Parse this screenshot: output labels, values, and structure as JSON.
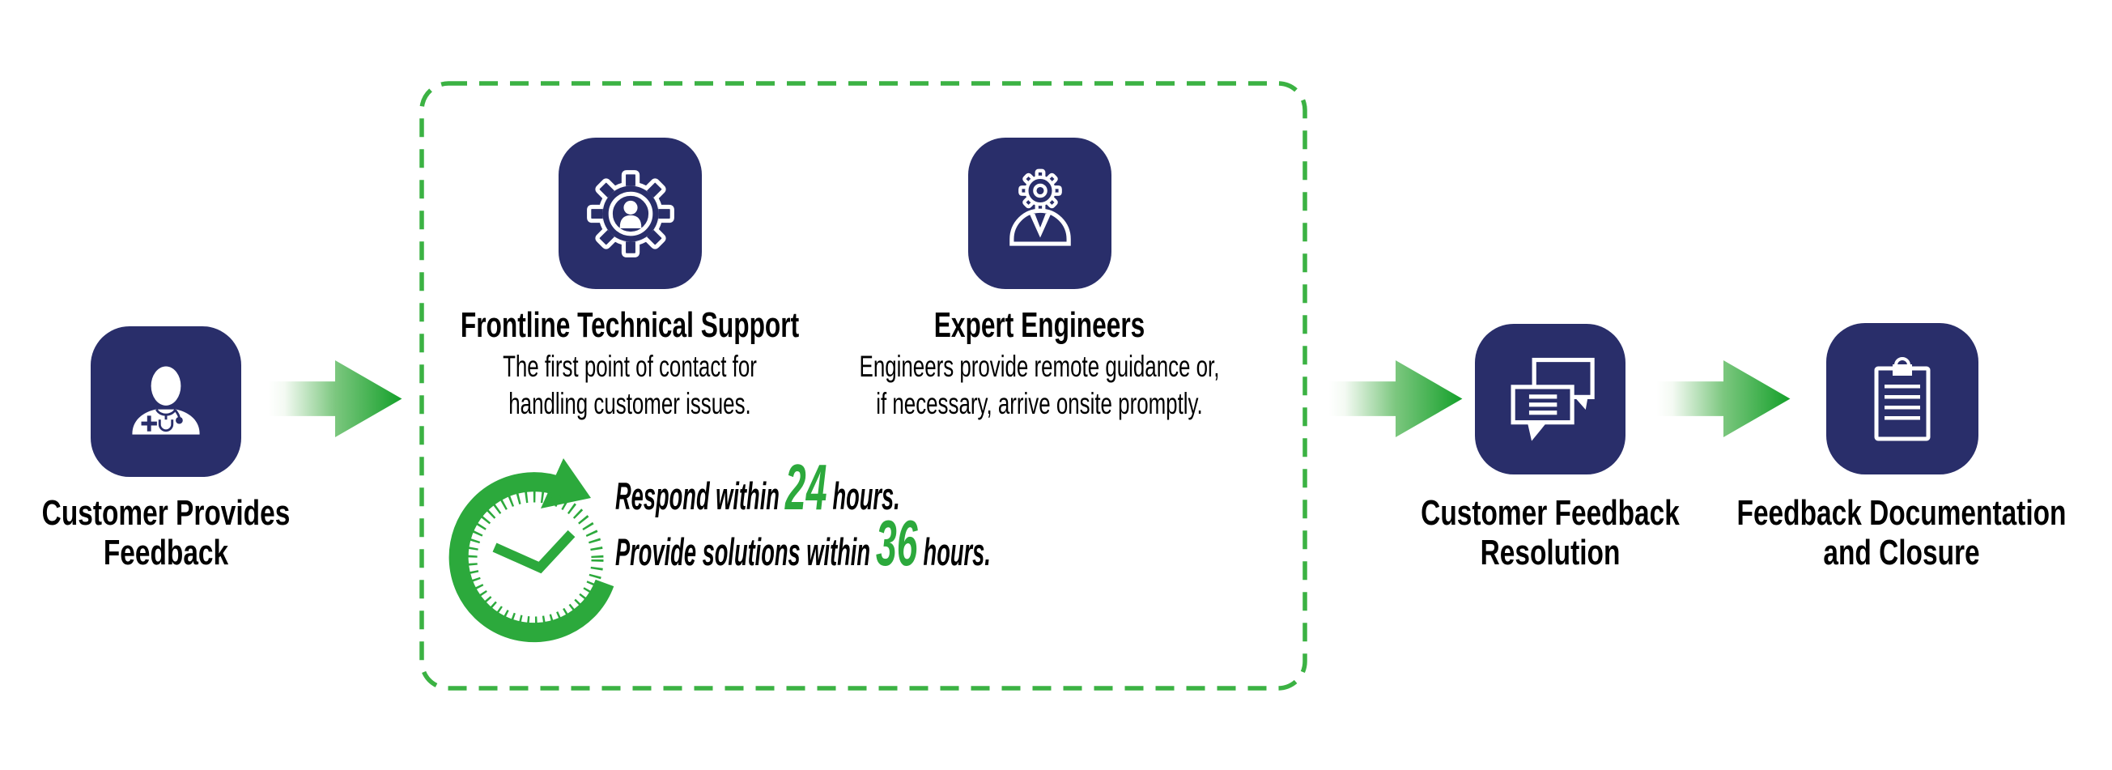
{
  "colors": {
    "navy": "#292e6a",
    "green": "#2ca93c",
    "dash_green": "#3bb243",
    "arrow_green": "#14a02a",
    "text": "#000000"
  },
  "icons": {
    "step1": "customer-doctor-icon",
    "frontline": "gear-person-icon",
    "experts": "engineer-icon",
    "sla": "clock-check-icon",
    "step3": "chat-bubbles-icon",
    "step4": "clipboard-icon"
  },
  "flow": {
    "step1": {
      "label": [
        "Customer Provides",
        "Feedback"
      ]
    },
    "support_box": {
      "frontline": {
        "title": "Frontline Technical Support",
        "desc": [
          "The first point of contact for",
          "handling customer issues."
        ]
      },
      "experts": {
        "title": "Expert Engineers",
        "desc": [
          "Engineers provide remote guidance or,",
          "if necessary, arrive onsite promptly."
        ]
      },
      "sla": {
        "line1": {
          "prefix": "Respond within",
          "value": "24",
          "suffix": "hours."
        },
        "line2": {
          "prefix": "Provide solutions within",
          "value": "36",
          "suffix": "hours."
        }
      }
    },
    "step3": {
      "label": [
        "Customer Feedback",
        "Resolution"
      ]
    },
    "step4": {
      "label": [
        "Feedback Documentation",
        "and Closure"
      ]
    }
  }
}
